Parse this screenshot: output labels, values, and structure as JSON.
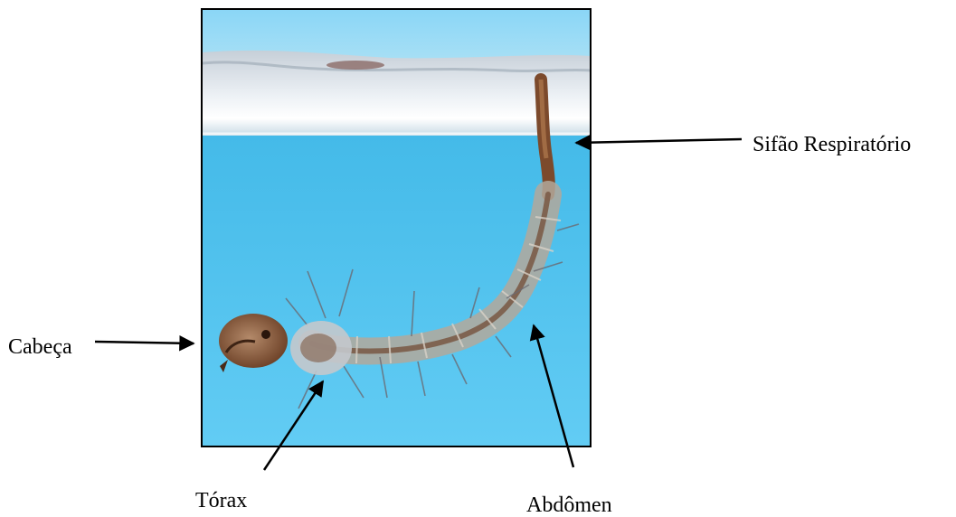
{
  "labels": {
    "sifao": "Sifão Respiratório",
    "cabeca": "Cabeça",
    "torax": "Tórax",
    "abdomen": "Abdômen"
  },
  "colors": {
    "sky": "#86d3f3",
    "water_top": "#3cb6e6",
    "water_bottom": "#5dcaf4",
    "frame": "#000000",
    "larva_body": "#a3968a",
    "larva_head": "#8a5a3c",
    "arrow": "#000000"
  }
}
